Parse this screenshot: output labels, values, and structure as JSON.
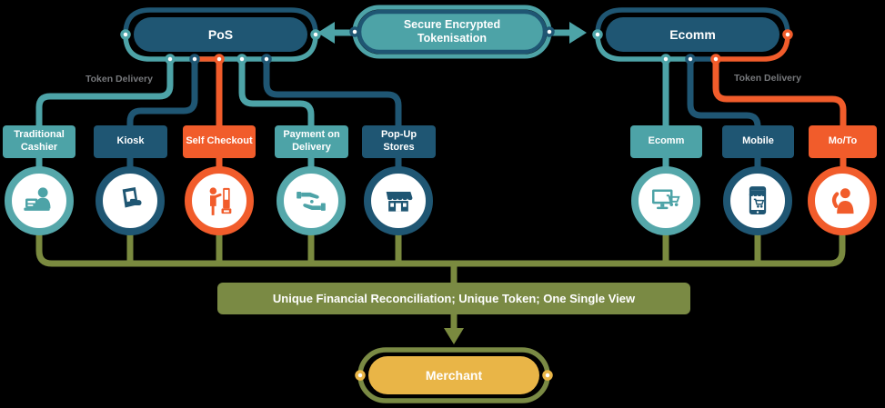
{
  "nodes": {
    "pos": "PoS",
    "tokenisation": "Secure Encrypted Tokenisation",
    "ecomm": "Ecomm",
    "merchant": "Merchant"
  },
  "labels": {
    "token_delivery_left": "Token Delivery",
    "token_delivery_right": "Token Delivery",
    "reconciliation": "Unique Financial Reconciliation; Unique Token; One Single View"
  },
  "channels": [
    {
      "label": "Traditional Cashier",
      "color": "#4DA3A7",
      "icon": "cashier-icon"
    },
    {
      "label": "Kiosk",
      "color": "#1F5673",
      "icon": "kiosk-icon"
    },
    {
      "label": "Self Checkout",
      "color": "#F15C2B",
      "icon": "self-checkout-icon"
    },
    {
      "label": "Payment on Delivery",
      "color": "#4DA3A7",
      "icon": "payment-hands-icon"
    },
    {
      "label": "Pop-Up Stores",
      "color": "#1F5673",
      "icon": "storefront-icon"
    },
    {
      "label": "Ecomm",
      "color": "#4DA3A7",
      "icon": "ecommerce-cart-icon"
    },
    {
      "label": "Mobile",
      "color": "#1F5673",
      "icon": "mobile-shop-icon"
    },
    {
      "label": "Mo/To",
      "color": "#F15C2B",
      "icon": "phone-order-icon"
    }
  ],
  "colors": {
    "navy": "#1F5673",
    "teal": "#4DA3A7",
    "orange": "#F15C2B",
    "olive": "#7A8A44",
    "gold": "#E9B547",
    "label_gray": "#77797C"
  }
}
